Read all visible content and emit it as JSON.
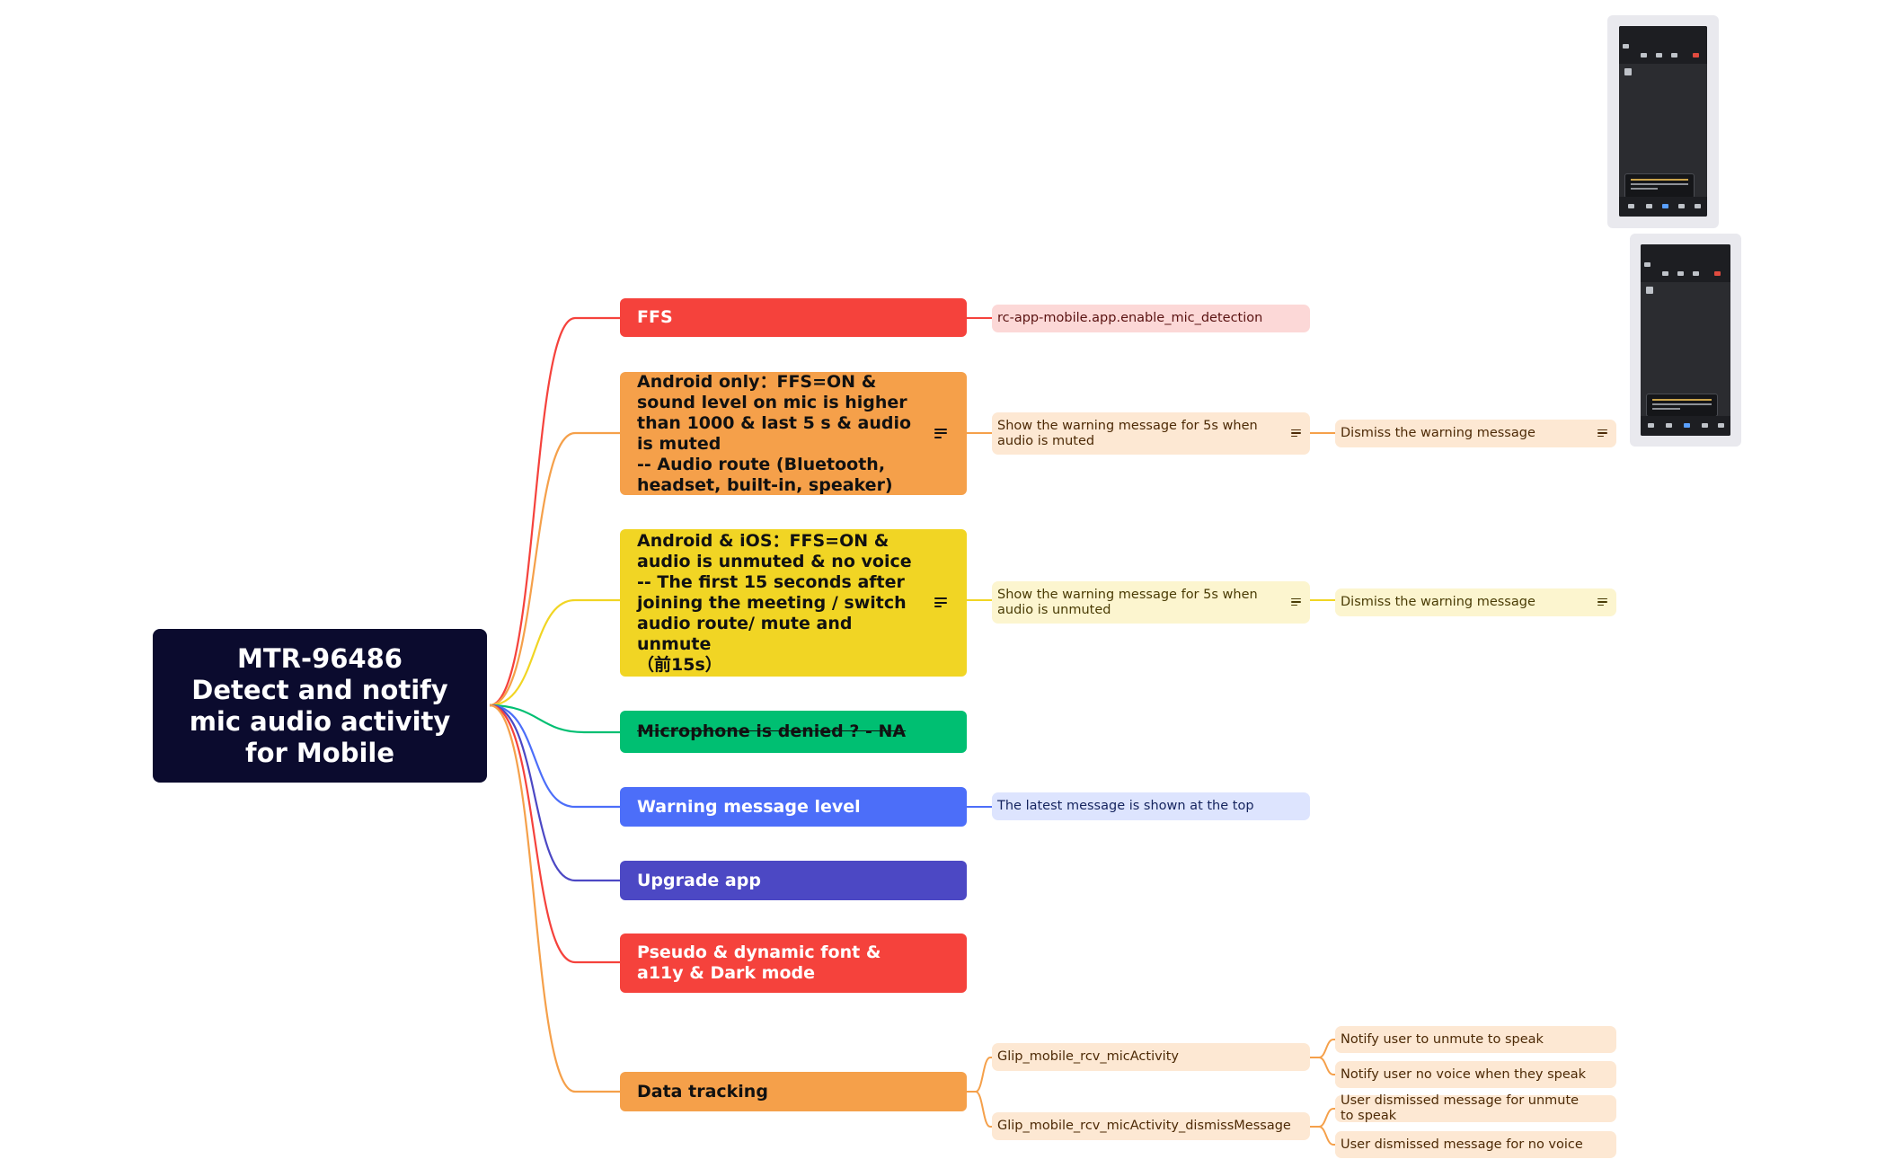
{
  "root": {
    "title": "MTR-96486\nDetect and notify mic audio activity for Mobile"
  },
  "colors": {
    "root_bg": "#0b0b2e",
    "ffs": "#f5423c",
    "android": "#f5a04a",
    "both": "#f1d524",
    "denied": "#00bf72",
    "level": "#4c6ef9",
    "upgrade": "#4c48c4",
    "pseudo": "#f5423c",
    "tracking": "#f5a04a"
  },
  "branches": {
    "ffs": "FFS",
    "android": "Android only：FFS=ON & sound level on mic is higher than 1000  & last 5 s & audio is muted\n -- Audio route (Bluetooth, headset, built-in, speaker)",
    "both": "Android & iOS：FFS=ON & audio is unmuted & no voice\n-- The first 15 seconds after joining the meeting / switch audio route/ mute and unmute\n（前15s）",
    "denied": "Microphone is denied ? - NA",
    "level": "Warning message level",
    "upgrade": "Upgrade app",
    "pseudo": "Pseudo & dynamic font & a11y & Dark mode",
    "tracking": "Data tracking"
  },
  "leaves": {
    "ffs_flag": "rc-app-mobile.app.enable_mic_detection",
    "android_show": "Show the warning message for 5s when audio is muted",
    "android_dismiss": "Dismiss the warning message",
    "both_show": "Show the warning message for 5s when audio is unmuted",
    "both_dismiss": "Dismiss the warning message",
    "level_latest": "The latest message is shown at the top",
    "track_activity": "Glip_mobile_rcv_micActivity",
    "track_dismiss": "Glip_mobile_rcv_micActivity_dismissMessage",
    "notify_unmute": "Notify user to unmute to speak",
    "notify_novoice": "Notify user no voice when they speak",
    "dismissed_unmute": "User dismissed message for unmute to speak",
    "dismissed_novoice": "User dismissed message for no voice"
  },
  "icons": {
    "note": "note-lines-icon"
  }
}
